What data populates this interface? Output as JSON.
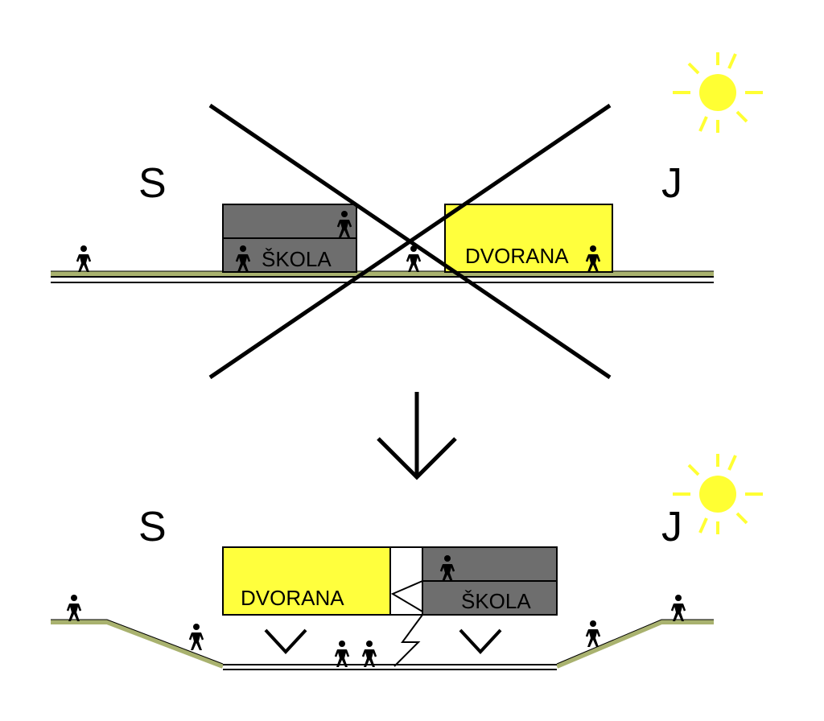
{
  "colors": {
    "school": "#6e6e6e",
    "hall": "#ffff3d",
    "grass": "#a9b26f",
    "sun": "#ffff33",
    "line": "#000000"
  },
  "top_section": {
    "north_label": "S",
    "south_label": "J",
    "school_label": "ŠKOLA",
    "hall_label": "DVORANA",
    "crossed_out": true
  },
  "bottom_section": {
    "north_label": "S",
    "south_label": "J",
    "hall_label": "DVORANA",
    "school_label": "ŠKOLA"
  },
  "icons": {
    "sun": "sun-icon",
    "person": "person-icon",
    "arrow": "arrow-down-icon",
    "cross": "cross-out-icon"
  }
}
